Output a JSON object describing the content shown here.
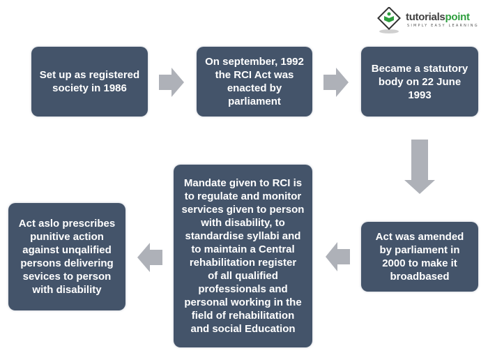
{
  "logo": {
    "brand_part1": "tutorials",
    "brand_part2": "point",
    "tagline": "SIMPLY EASY LEARNING",
    "icon": "tutorialspoint-logo-icon",
    "colors": {
      "dark": "#404040",
      "green": "#2e9e3e"
    }
  },
  "flow": {
    "box_color": "#44546a",
    "arrow_color": "#aeb1b8",
    "steps": [
      {
        "id": 1,
        "text": "Set up as registered\nsociety in 1986"
      },
      {
        "id": 2,
        "text": "On september, 1992\nthe RCI Act was\nenacted by\nparliament"
      },
      {
        "id": 3,
        "text": "Became a statutory\nbody on 22 June\n1993"
      },
      {
        "id": 4,
        "text": "Act was amended\nby parliament in\n2000 to make it\nbroadbased"
      },
      {
        "id": 5,
        "text": "Mandate given to RCI is\nto regulate and monitor\nservices given to person\nwith disability, to\nstandardise syllabi and\nto maintain a Central\nrehabilitation register\nof all qualified\nprofessionals and\npersonal working in the\nfield of rehabilitation\nand social Education"
      },
      {
        "id": 6,
        "text": "Act aslo prescribes\npunitive action\nagainst unqalified\npersons delivering\nsevices to person\nwith disability"
      }
    ],
    "arrows": [
      {
        "from": 1,
        "to": 2,
        "direction": "right",
        "icon": "arrow-right-icon"
      },
      {
        "from": 2,
        "to": 3,
        "direction": "right",
        "icon": "arrow-right-icon"
      },
      {
        "from": 3,
        "to": 4,
        "direction": "down",
        "icon": "arrow-down-icon"
      },
      {
        "from": 4,
        "to": 5,
        "direction": "left",
        "icon": "arrow-left-icon"
      },
      {
        "from": 5,
        "to": 6,
        "direction": "left",
        "icon": "arrow-left-icon"
      }
    ]
  }
}
